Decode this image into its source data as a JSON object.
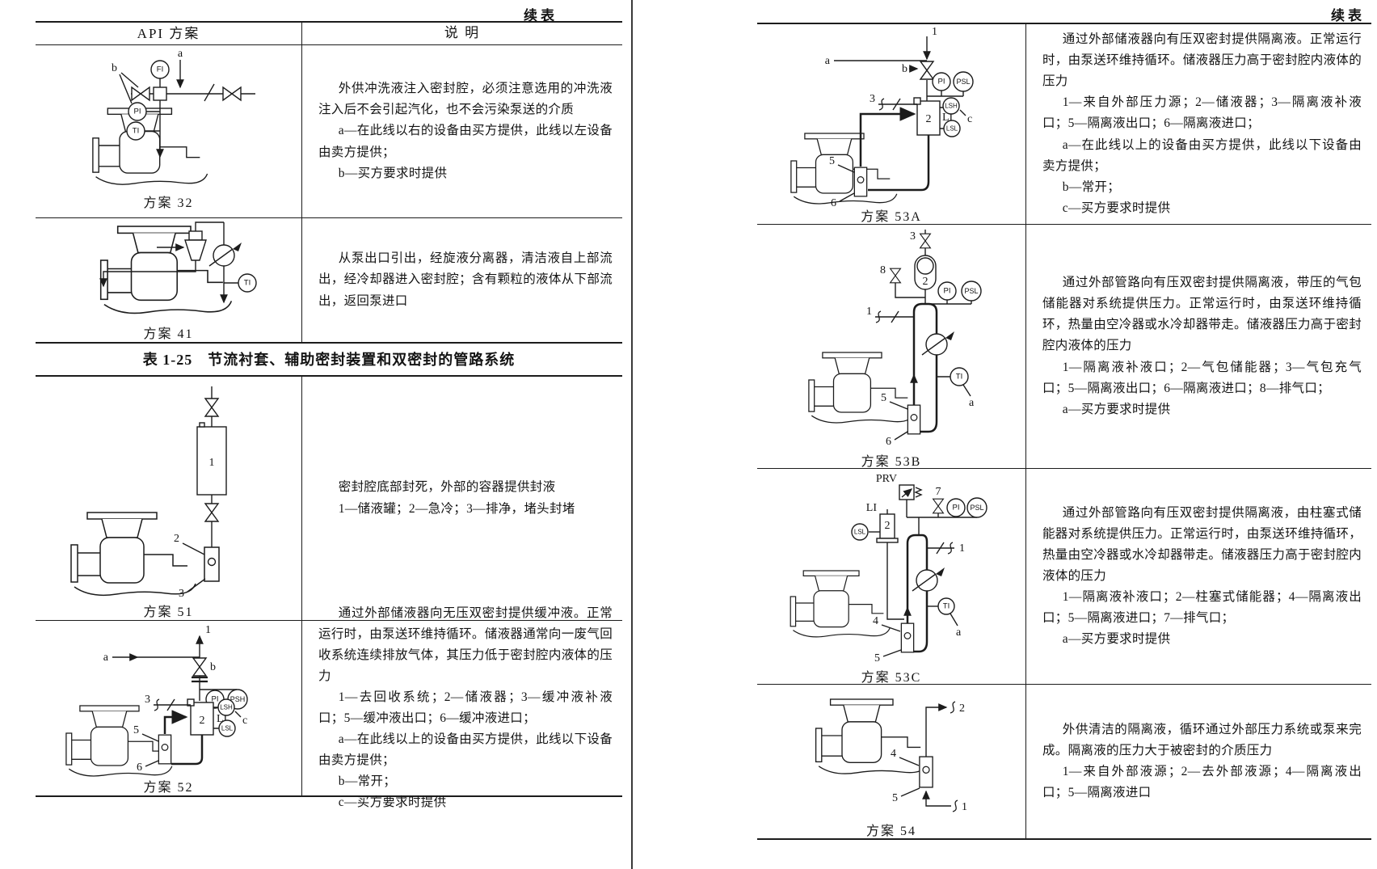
{
  "left_page": {
    "continued": "续表",
    "header": {
      "col1": "API 方案",
      "col2": "说    明"
    },
    "section_title": "表 1-25　节流衬套、辅助密封装置和双密封的管路系统",
    "rows": {
      "p32": {
        "caption": "方案 32",
        "paras": [
          "外供冲洗液注入密封腔，必须注意选用的冲洗液注入后不会引起汽化，也不会污染泵送的介质",
          "a—在此线以右的设备由买方提供，此线以左设备由卖方提供；",
          "b—买方要求时提供"
        ]
      },
      "p41": {
        "caption": "方案 41",
        "paras": [
          "从泵出口引出，经旋液分离器，清洁液自上部流出，经冷却器进入密封腔；含有颗粒的液体从下部流出，返回泵进口"
        ]
      },
      "p51": {
        "caption": "方案 51",
        "paras": [
          "密封腔底部封死，外部的容器提供封液",
          "1—储液罐；2—急冷；3—排净，堵头封堵"
        ]
      },
      "p52": {
        "caption": "方案 52",
        "paras": [
          "通过外部储液器向无压双密封提供缓冲液。正常运行时，由泵送环维持循环。储液器通常向一废气回收系统连续排放气体，其压力低于密封腔内液体的压力",
          "1—去回收系统；2—储液器；3—缓冲液补液口；5—缓冲液出口；6—缓冲液进口；",
          "a—在此线以上的设备由买方提供，此线以下设备由卖方提供；",
          "b—常开；",
          "c—买方要求时提供"
        ]
      }
    }
  },
  "right_page": {
    "continued": "续表",
    "rows": {
      "p53a": {
        "caption": "方案 53A",
        "paras": [
          "通过外部储液器向有压双密封提供隔离液。正常运行时，由泵送环维持循环。储液器压力高于密封腔内液体的压力",
          "1—来自外部压力源；2—储液器；3—隔离液补液口；5—隔离液出口；6—隔离液进口；",
          "a—在此线以上的设备由买方提供，此线以下设备由卖方提供；",
          "b—常开；",
          "c—买方要求时提供"
        ]
      },
      "p53b": {
        "caption": "方案 53B",
        "paras": [
          "通过外部管路向有压双密封提供隔离液，带压的气包储能器对系统提供压力。正常运行时，由泵送环维持循环，热量由空冷器或水冷却器带走。储液器压力高于密封腔内液体的压力",
          "1—隔离液补液口；2—气包储能器；3—气包充气口；5—隔离液出口；6—隔离液进口；8—排气口；",
          "a—买方要求时提供"
        ]
      },
      "p53c": {
        "caption": "方案 53C",
        "paras": [
          "通过外部管路向有压双密封提供隔离液，由柱塞式储能器对系统提供压力。正常运行时，由泵送环维持循环，热量由空冷器或水冷却器带走。储液器压力高于密封腔内液体的压力",
          "1—隔离液补液口；2—柱塞式储能器；4—隔离液出口；5—隔离液进口；7—排气口；",
          "a—买方要求时提供"
        ]
      },
      "p54": {
        "caption": "方案 54",
        "paras": [
          "外供清洁的隔离液，循环通过外部压力系统或泵来完成。隔离液的压力大于被密封的介质压力",
          "1—来自外部液源；2—去外部液源；4—隔离液出口；5—隔离液进口"
        ]
      }
    }
  },
  "labels": {
    "p32": {
      "a": "a",
      "b": "b",
      "fi": "FI",
      "pi": "PI",
      "ti": "TI"
    },
    "p41": {
      "ti": "TI"
    },
    "p51": {
      "n1": "1",
      "n2": "2",
      "n3": "3"
    },
    "p52": {
      "n1": "1",
      "a": "a",
      "b": "b",
      "n3": "3",
      "n2": "2",
      "pi": "PI",
      "psh": "PSH",
      "li": "LI",
      "lsh": "LSH",
      "lsl": "LSL",
      "c": "c",
      "n5": "5",
      "n6": "6"
    },
    "p53a": {
      "n1": "1",
      "a": "a",
      "b": "b",
      "n3": "3",
      "n2": "2",
      "pi": "PI",
      "psl": "PSL",
      "li": "LI",
      "lsh": "LSH",
      "lsl": "LSL",
      "c": "c",
      "n5": "5",
      "n6": "6"
    },
    "p53b": {
      "n3": "3",
      "n8": "8",
      "n2": "2",
      "pi": "PI",
      "psl": "PSL",
      "n1": "1",
      "ti": "TI",
      "a": "a",
      "n5": "5",
      "n6": "6"
    },
    "p53c": {
      "prv": "PRV",
      "n7": "7",
      "pi": "PI",
      "psl": "PSL",
      "li": "LI",
      "n2": "2",
      "lsl": "LSL",
      "n1": "1",
      "ti": "TI",
      "a": "a",
      "n4": "4",
      "n5": "5"
    },
    "p54": {
      "n2": "2",
      "n4": "4",
      "n5": "5",
      "n1": "1"
    }
  }
}
